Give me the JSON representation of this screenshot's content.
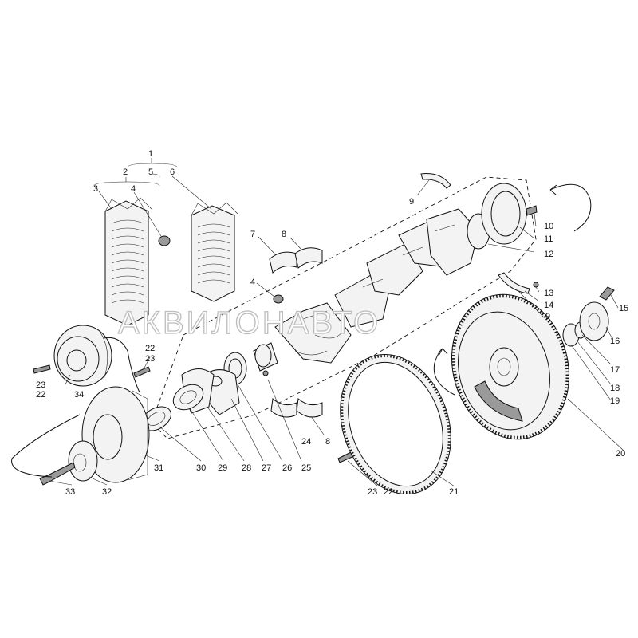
{
  "watermark": "АКВИЛОНАВТО",
  "callouts": [
    {
      "id": "c1",
      "text": "1"
    },
    {
      "id": "c2",
      "text": "2"
    },
    {
      "id": "c3",
      "text": "3"
    },
    {
      "id": "c4a",
      "text": "4"
    },
    {
      "id": "c4b",
      "text": "4"
    },
    {
      "id": "c5",
      "text": "5"
    },
    {
      "id": "c6",
      "text": "6"
    },
    {
      "id": "c7",
      "text": "7"
    },
    {
      "id": "c8a",
      "text": "8"
    },
    {
      "id": "c8b",
      "text": "8"
    },
    {
      "id": "c9a",
      "text": "9"
    },
    {
      "id": "c9b",
      "text": "9"
    },
    {
      "id": "c10",
      "text": "10"
    },
    {
      "id": "c11",
      "text": "11"
    },
    {
      "id": "c12",
      "text": "12"
    },
    {
      "id": "c13",
      "text": "13"
    },
    {
      "id": "c14",
      "text": "14"
    },
    {
      "id": "c15",
      "text": "15"
    },
    {
      "id": "c16",
      "text": "16"
    },
    {
      "id": "c17",
      "text": "17"
    },
    {
      "id": "c18",
      "text": "18"
    },
    {
      "id": "c19",
      "text": "19"
    },
    {
      "id": "c20",
      "text": "20"
    },
    {
      "id": "c21",
      "text": "21"
    },
    {
      "id": "c22a",
      "text": "22"
    },
    {
      "id": "c22b",
      "text": "22"
    },
    {
      "id": "c22c",
      "text": "22"
    },
    {
      "id": "c23a",
      "text": "23"
    },
    {
      "id": "c23b",
      "text": "23"
    },
    {
      "id": "c23c",
      "text": "23"
    },
    {
      "id": "c24",
      "text": "24"
    },
    {
      "id": "c25",
      "text": "25"
    },
    {
      "id": "c26",
      "text": "26"
    },
    {
      "id": "c27",
      "text": "27"
    },
    {
      "id": "c28",
      "text": "28"
    },
    {
      "id": "c29",
      "text": "29"
    },
    {
      "id": "c30",
      "text": "30"
    },
    {
      "id": "c31",
      "text": "31"
    },
    {
      "id": "c32",
      "text": "32"
    },
    {
      "id": "c33",
      "text": "33"
    },
    {
      "id": "c34",
      "text": "34"
    }
  ]
}
